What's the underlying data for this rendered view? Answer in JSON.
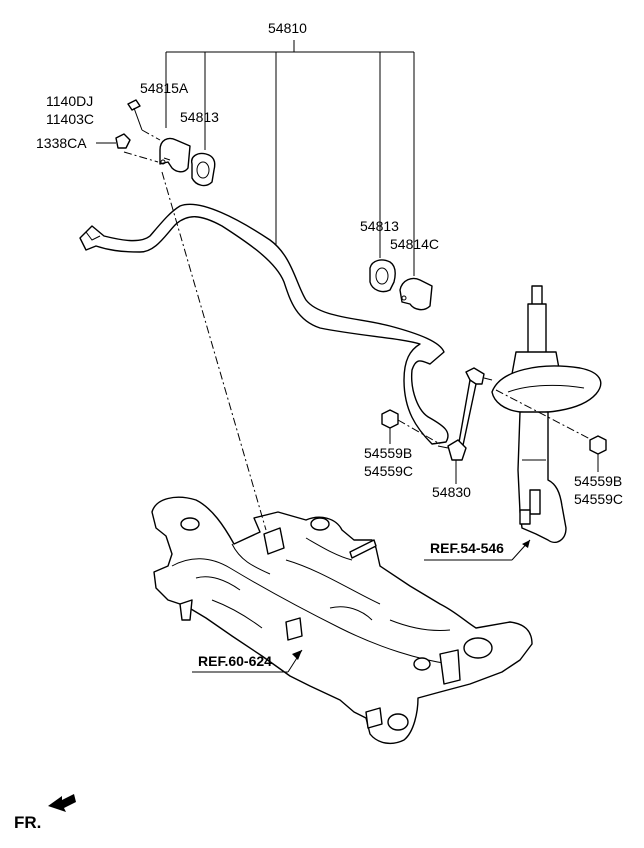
{
  "labels": {
    "assembly": "54810",
    "bracket": "54815A",
    "bolt_a": "1140DJ",
    "bolt_b": "11403C",
    "nut_bracket": "1338CA",
    "bushing_left": "54813",
    "bushing_right": "54813",
    "bracket_right": "54814C",
    "nut_link_b": "54559B",
    "nut_link_c": "54559C",
    "link": "54830",
    "nut_strut_b": "54559B",
    "nut_strut_c": "54559C"
  },
  "references": {
    "strut": "REF.54-546",
    "subframe": "REF.60-624"
  },
  "orientation": {
    "label": "FR."
  }
}
